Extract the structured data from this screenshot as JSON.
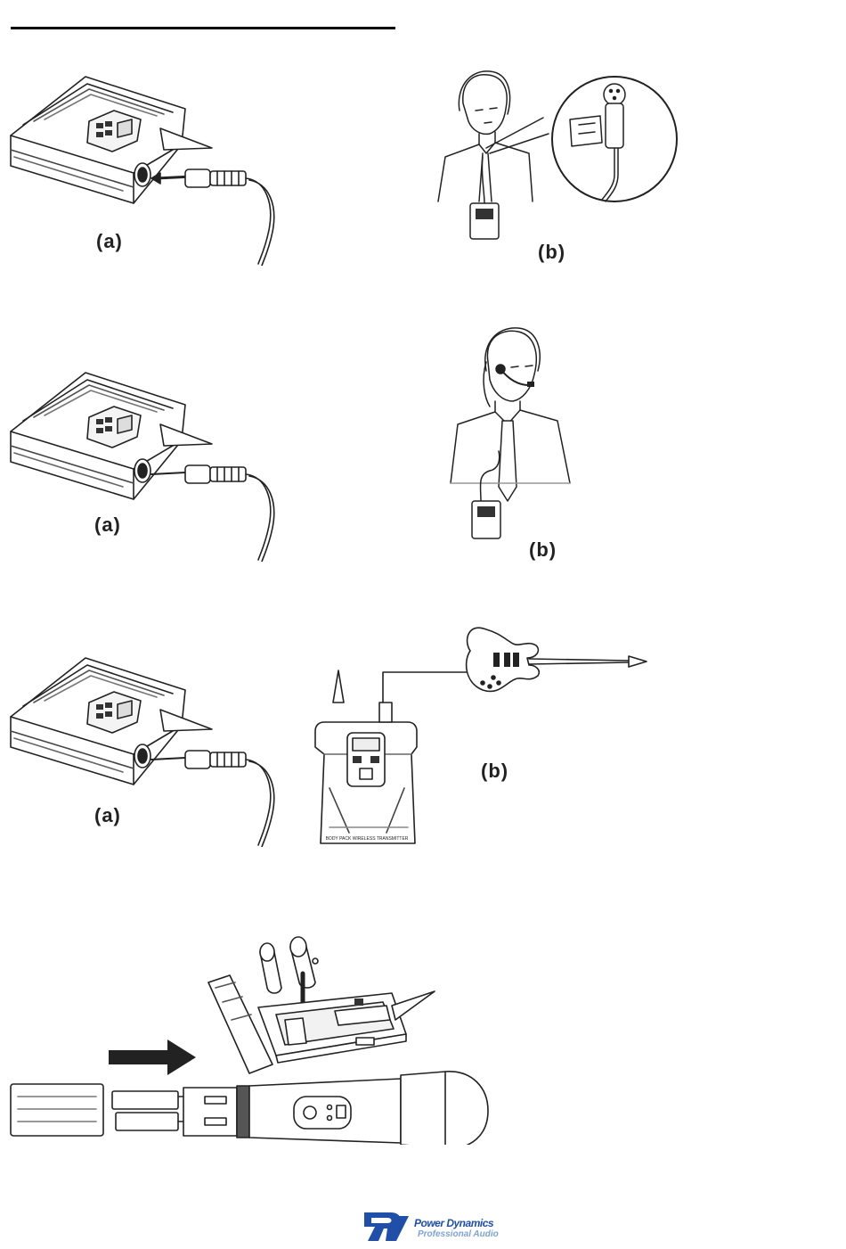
{
  "captions": {
    "row1_a": "(a)",
    "row1_b": "(b)",
    "row2_a": "(a)",
    "row2_b": "(b)",
    "row3_a": "(a)",
    "row3_b": "(b)"
  },
  "transmitter_front_label": "BODY PACK WIRELESS TRANSMITTER",
  "logo": {
    "brand": "Power Dynamics",
    "tagline": "Professional Audio",
    "colors": {
      "primary": "#1f4fa8",
      "secondary": "#7ea3d8"
    }
  }
}
